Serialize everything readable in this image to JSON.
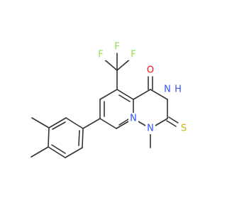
{
  "colors": {
    "bond": "#333333",
    "nitrogen": "#3050F8",
    "oxygen": "#FF0D0D",
    "fluorine": "#90E050",
    "sulfur": "#C8B400",
    "background": "#FFFFFF"
  },
  "atoms": {
    "F1": "F",
    "F2": "F",
    "F3": "F",
    "O": "O",
    "NH": "N",
    "H": "H",
    "S": "S",
    "N_pyridine": "N",
    "N_methyl": "N"
  }
}
